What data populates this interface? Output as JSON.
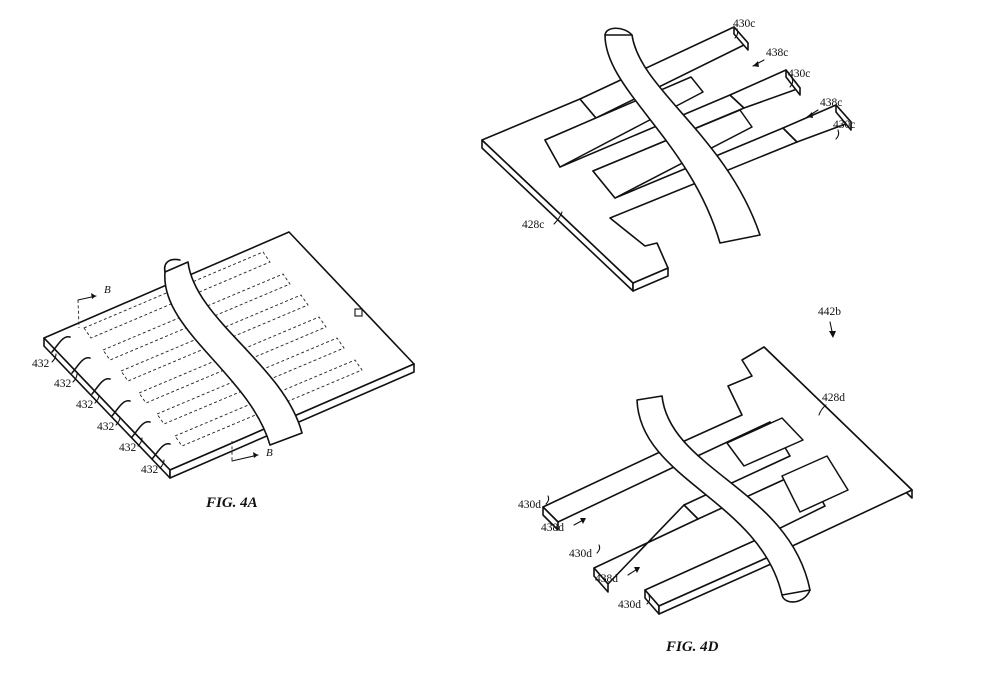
{
  "figures": {
    "fig4a": {
      "caption": "FIG. 4A",
      "section_mark": "B",
      "ridge_label": "432"
    },
    "fig4c": {
      "frame_label": "428c",
      "finger_label": "430c",
      "gap_label": "438c"
    },
    "fig4d": {
      "caption": "FIG. 4D",
      "assembly_label": "442b",
      "frame_label": "428d",
      "finger_label": "430d",
      "gap_label": "438d"
    }
  }
}
